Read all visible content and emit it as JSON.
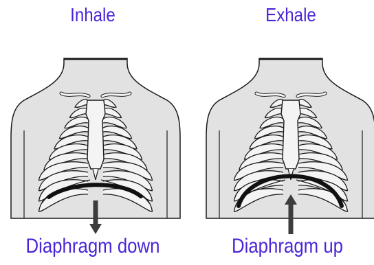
{
  "panels": [
    {
      "title": "Inhale",
      "caption": "Diaphragm down",
      "diaphragm": "down"
    },
    {
      "title": "Exhale",
      "caption": "Diaphragm up",
      "diaphragm": "up"
    }
  ],
  "colors": {
    "label": "#4b24d8",
    "body_fill": "#e2e2e2",
    "outline": "#1a1a1a",
    "bone": "#f4f4f4",
    "diaphragm": "#111111",
    "arrow": "#3c3c3c"
  },
  "icons": {
    "arrow_down": "arrow-down-icon",
    "arrow_up": "arrow-up-icon"
  }
}
